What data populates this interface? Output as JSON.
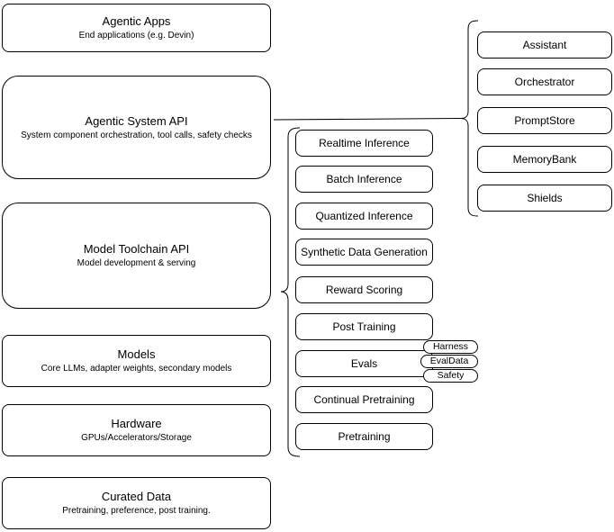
{
  "colors": {
    "stroke": "#000000",
    "background": "#ffffff",
    "text": "#000000"
  },
  "left_stack": [
    {
      "title": "Agentic Apps",
      "subtitle": "End applications (e.g. Devin)"
    },
    {
      "title": "Agentic System API",
      "subtitle": "System component orchestration, tool calls, safety checks"
    },
    {
      "title": "Model Toolchain API",
      "subtitle": "Model development & serving"
    },
    {
      "title": "Models",
      "subtitle": "Core LLMs, adapter weights, secondary models"
    },
    {
      "title": "Hardware",
      "subtitle": "GPUs/Accelerators/Storage"
    },
    {
      "title": "Curated Data",
      "subtitle": "Pretraining, preference, post training."
    }
  ],
  "toolchain_group": {
    "items": [
      "Realtime Inference",
      "Batch Inference",
      "Quantized Inference",
      "Synthetic Data Generation",
      "Reward Scoring",
      "Post Training",
      "Evals",
      "Continual Pretraining",
      "Pretraining"
    ],
    "evals_tags": [
      "Harness",
      "EvalData",
      "Safety"
    ]
  },
  "system_group": {
    "items": [
      "Assistant",
      "Orchestrator",
      "PromptStore",
      "MemoryBank",
      "Shields"
    ]
  }
}
